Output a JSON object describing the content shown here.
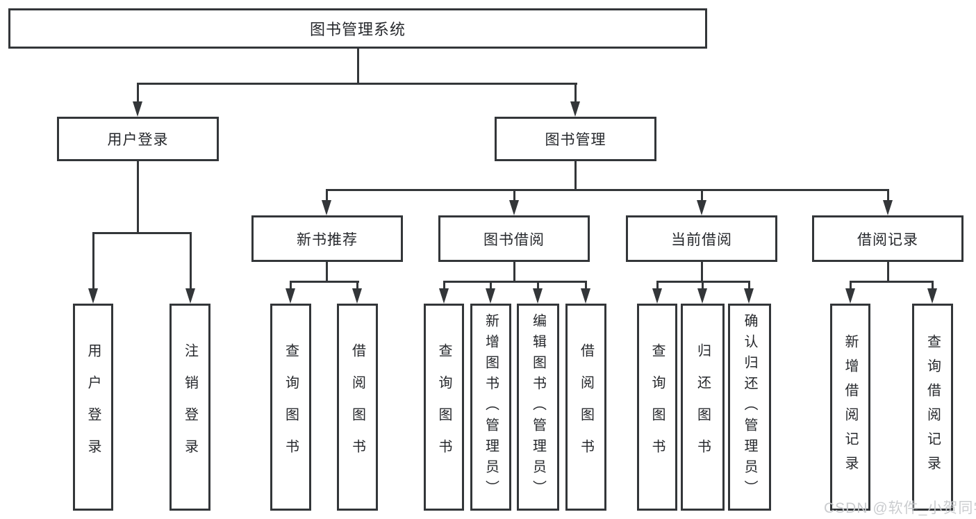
{
  "diagram": {
    "title": "图书管理系统",
    "root": {
      "label": "图书管理系统"
    },
    "level2": {
      "user_login": {
        "label": "用户登录"
      },
      "book_mgmt": {
        "label": "图书管理"
      }
    },
    "level3": {
      "new_book_rec": {
        "label": "新书推荐"
      },
      "book_borrow": {
        "label": "图书借阅"
      },
      "current_borrow": {
        "label": "当前借阅"
      },
      "borrow_record": {
        "label": "借阅记录"
      }
    },
    "leaves": {
      "user_login": [
        "用户登录",
        "注销登录"
      ],
      "new_book_rec": [
        "查询图书",
        "借阅图书"
      ],
      "book_borrow": [
        "查询图书",
        "新增图书（管理员）",
        "编辑图书（管理员）",
        "借阅图书"
      ],
      "current_borrow": [
        "查询图书",
        "归还图书",
        "确认归还（管理员）"
      ],
      "borrow_record": [
        "新增借阅记录",
        "查询借阅记录"
      ]
    }
  },
  "watermark": {
    "text": "CSDN @软件_小贺同学",
    "color": "#c8cacd"
  },
  "colors": {
    "line": "#333639",
    "text": "#26282c",
    "background": "#ffffff"
  }
}
